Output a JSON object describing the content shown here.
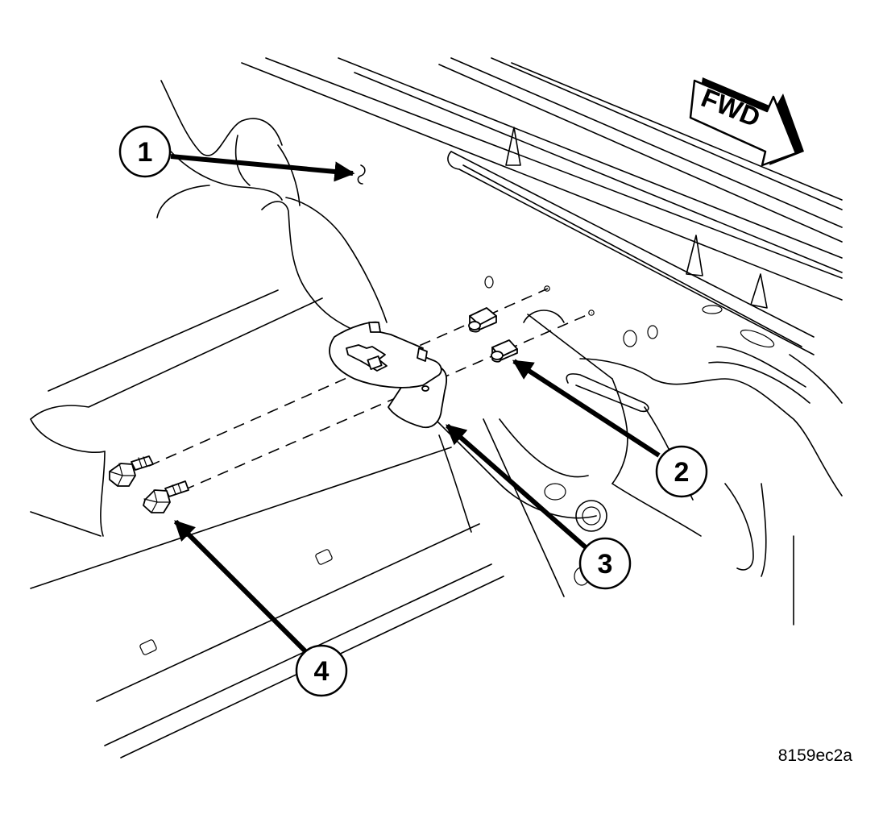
{
  "figure": {
    "id_label": "8159ec2a",
    "direction_label": "FWD"
  },
  "callouts": [
    {
      "number": "1"
    },
    {
      "number": "2"
    },
    {
      "number": "3"
    },
    {
      "number": "4"
    }
  ]
}
